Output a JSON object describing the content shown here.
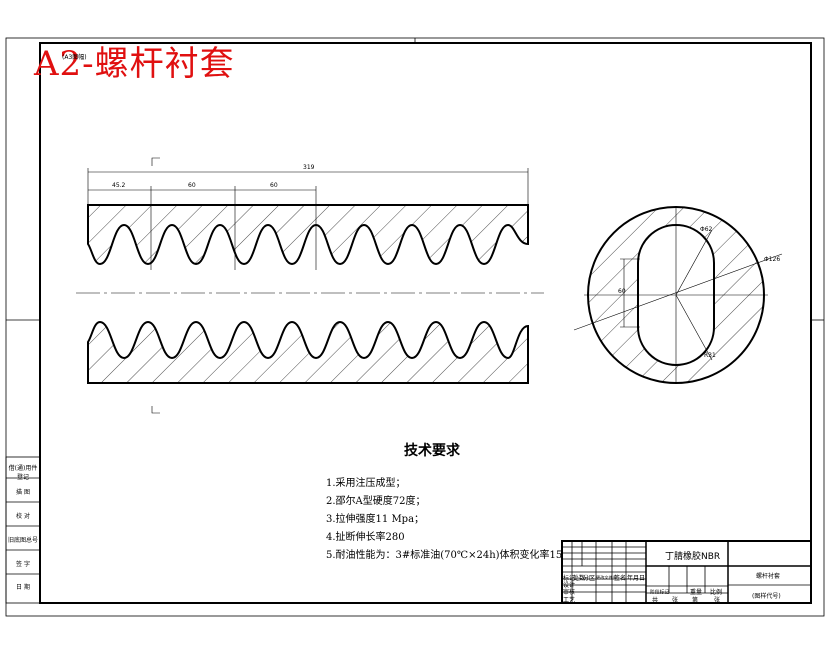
{
  "header": {
    "title": "A2-螺杆衬套",
    "stamp": "(A3图幅)"
  },
  "drawing": {
    "dimensions": {
      "overall": "319",
      "d1": "45.2",
      "d2": "60",
      "d3": "60",
      "od": "Φ126",
      "id_w": "Φ62",
      "id_h": "60",
      "r": "R31"
    },
    "requirements": {
      "title": "技术要求",
      "items": [
        "1.采用注压成型；",
        "2.邵尔A型硬度72度；",
        "3.拉伸强度11 Mpa；",
        "4.扯断伸长率280",
        "5.耐油性能为：3#标准油(70℃×24h)体积变化率15"
      ]
    }
  },
  "left_strip": [
    "借(通)用件登记",
    "描  图",
    "校  对",
    "旧底图总号",
    "签  字",
    "日  期"
  ],
  "title_block": {
    "material": "丁腈橡胶NBR",
    "part_name": "螺杆衬套",
    "drawing_no": "(图样代号)",
    "col_labels": [
      "标记",
      "处数",
      "分区",
      "更改文件号",
      "签名",
      "年月日"
    ],
    "role_labels": [
      "设计",
      "审核",
      "工艺"
    ],
    "stage_labels": [
      "阶段标记",
      "重量",
      "比例"
    ],
    "sheet_labels": [
      "共",
      "张",
      "第",
      "张"
    ]
  }
}
